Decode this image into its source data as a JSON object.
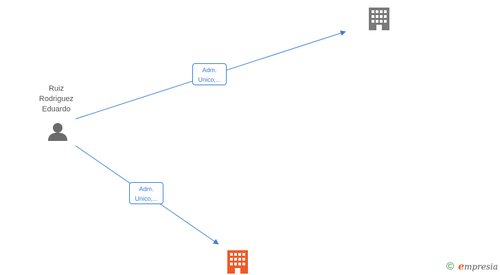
{
  "person": {
    "name_lines": [
      "Ruiz",
      "Rodriguez",
      "Eduardo"
    ]
  },
  "edges": [
    {
      "label_lines": [
        "Adm.",
        "Unico,..."
      ]
    },
    {
      "label_lines": [
        "Adm.",
        "Unico,..."
      ]
    }
  ],
  "companies": [
    {
      "color": "#7a7a7a"
    },
    {
      "color": "#f05a28"
    }
  ],
  "brand": {
    "copyright_symbol": "©",
    "initial": "e",
    "rest": "mpresia"
  },
  "colors": {
    "edge": "#3a7fd4",
    "person": "#6b6b6b"
  }
}
